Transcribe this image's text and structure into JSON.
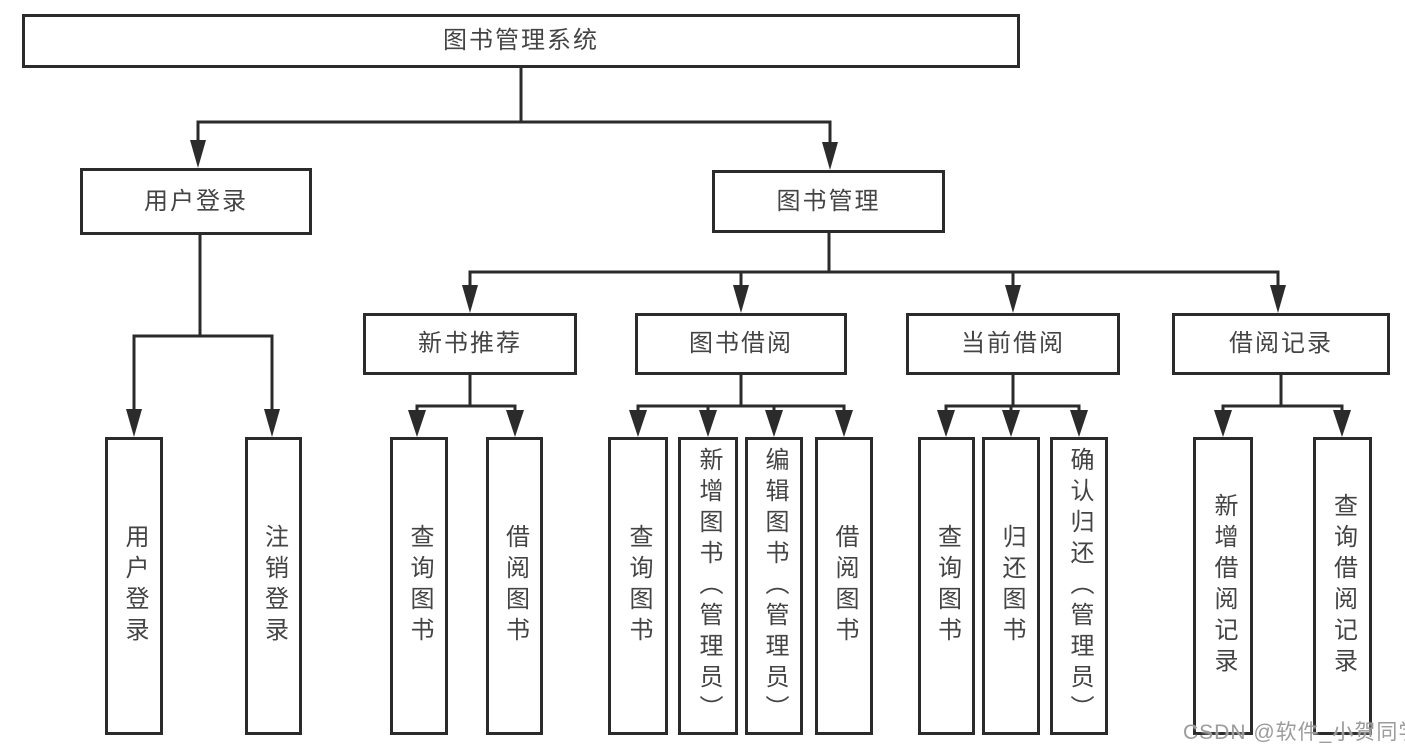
{
  "diagram_title": "图书管理系统",
  "watermark": {
    "text": "CSDN @软件_小贺同学"
  },
  "colors": {
    "line": "#2b2b2b",
    "text": "#444444",
    "background": "#ffffff",
    "watermark": "#9c9c9c"
  },
  "tree": {
    "root": {
      "label": "图书管理系统"
    },
    "branches": [
      {
        "label": "用户登录",
        "children": [
          {
            "label": "用户登录"
          },
          {
            "label": "注销登录"
          }
        ]
      },
      {
        "label": "图书管理",
        "children": [
          {
            "label": "新书推荐",
            "children": [
              {
                "label": "查询图书"
              },
              {
                "label": "借阅图书"
              }
            ]
          },
          {
            "label": "图书借阅",
            "children": [
              {
                "label": "查询图书"
              },
              {
                "label": "新增图书（管理员）"
              },
              {
                "label": "编辑图书（管理员）"
              },
              {
                "label": "借阅图书"
              }
            ]
          },
          {
            "label": "当前借阅",
            "children": [
              {
                "label": "查询图书"
              },
              {
                "label": "归还图书"
              },
              {
                "label": "确认归还（管理员）"
              }
            ]
          },
          {
            "label": "借阅记录",
            "children": [
              {
                "label": "新增借阅记录"
              },
              {
                "label": "查询借阅记录"
              }
            ]
          }
        ]
      }
    ]
  }
}
